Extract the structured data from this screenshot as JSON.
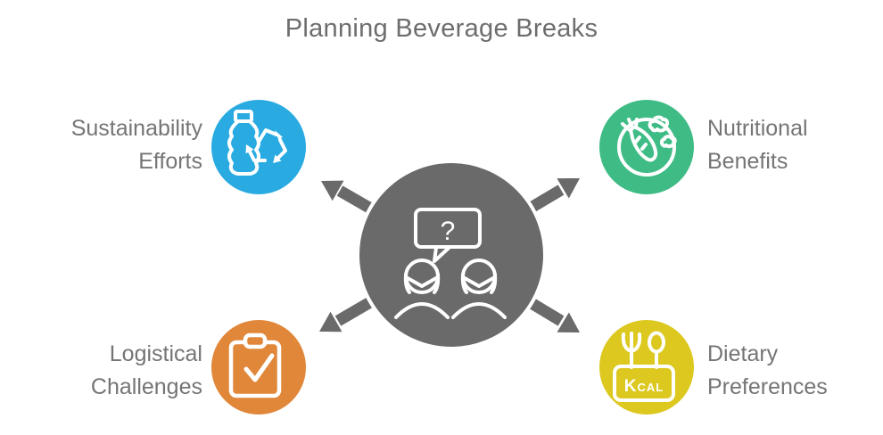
{
  "title": "Planning Beverage Breaks",
  "center": {
    "icon": "discussion-question-icon",
    "bubble_glyph": "?"
  },
  "nodes": [
    {
      "id": "sustainability",
      "label": "Sustainability Efforts",
      "color": "#29ABE2",
      "icon": "recycling-bottle-icon"
    },
    {
      "id": "nutritional",
      "label": "Nutritional Benefits",
      "color": "#3FBC86",
      "icon": "healthy-plate-icon"
    },
    {
      "id": "logistical",
      "label": "Logistical Challenges",
      "color": "#E0873A",
      "icon": "clipboard-check-icon"
    },
    {
      "id": "dietary",
      "label": "Dietary Preferences",
      "color": "#DCC81F",
      "icon": "kcal-sign-icon",
      "icon_text": "Kcal"
    }
  ],
  "colors": {
    "background": "#FFFFFF",
    "title_text": "#6D6D6D",
    "label_text": "#757575",
    "center_gray": "#6A6A6A",
    "icon_stroke": "#FFFFFF",
    "sustainability_blue": "#29ABE2",
    "nutrition_green": "#3FBC86",
    "logistics_orange": "#E0873A",
    "dietary_yellow": "#DCC81F"
  }
}
